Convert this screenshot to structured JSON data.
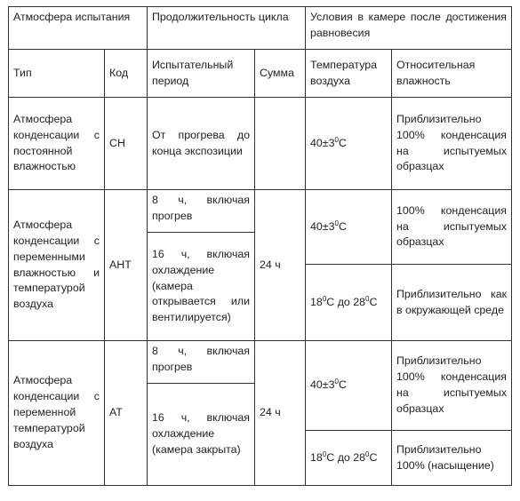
{
  "header": {
    "atmosphere": "Атмосфера испытания",
    "duration": "Продолжительность цикла",
    "conditions": "Условия в камере после достижения равновесия"
  },
  "subheader": {
    "type": "Тип",
    "code": "Код",
    "test_period": "Испытательный период",
    "sum": "Сумма",
    "air_temp": "Температура воздуха",
    "humidity": "Относительная влажность"
  },
  "rows": [
    {
      "type": "Атмосфера конденсации с постоянной влажностью",
      "code": "СН",
      "period": "От прогрева до конца экспозиции",
      "sum": "",
      "temp_main": "40±3",
      "temp_unit": "С",
      "humidity": "Приблизительно 100% конденсация на испытуемых образцах"
    },
    {
      "type": "Атмосфера конденсации с переменными влажностью и температурой воздуха",
      "code": "АНТ",
      "period_1": "8 ч, включая прогрев",
      "period_2": "16 ч, включая охлаждение (камера открывается или вентилируется)",
      "sum": "24 ч",
      "temp_1_main": "40±3",
      "temp_1_unit": "С",
      "humidity_1": "100% конденсация на испытуемых образцах",
      "temp_2_a": "18",
      "temp_2_mid": "С до 28",
      "temp_2_end": "С",
      "humidity_2": "Приблизительно как в окружающей среде"
    },
    {
      "type": "Атмосфера конденсации с переменной температурой воздуха",
      "code": "АТ",
      "period_1": "8 ч, включая прогрев",
      "period_2": "16 ч, включая охлаждение (камера закрыта)",
      "sum": "24 ч",
      "temp_1_main": "40±3",
      "temp_1_unit": "С",
      "humidity_1": "Приблизительно 100% конденсация на испытуемых образцах",
      "temp_2_a": "18",
      "temp_2_mid": "С до 28",
      "temp_2_end": "С",
      "humidity_2": "Приблизительно 100% (насыщение)"
    }
  ],
  "degree_mark": "0"
}
